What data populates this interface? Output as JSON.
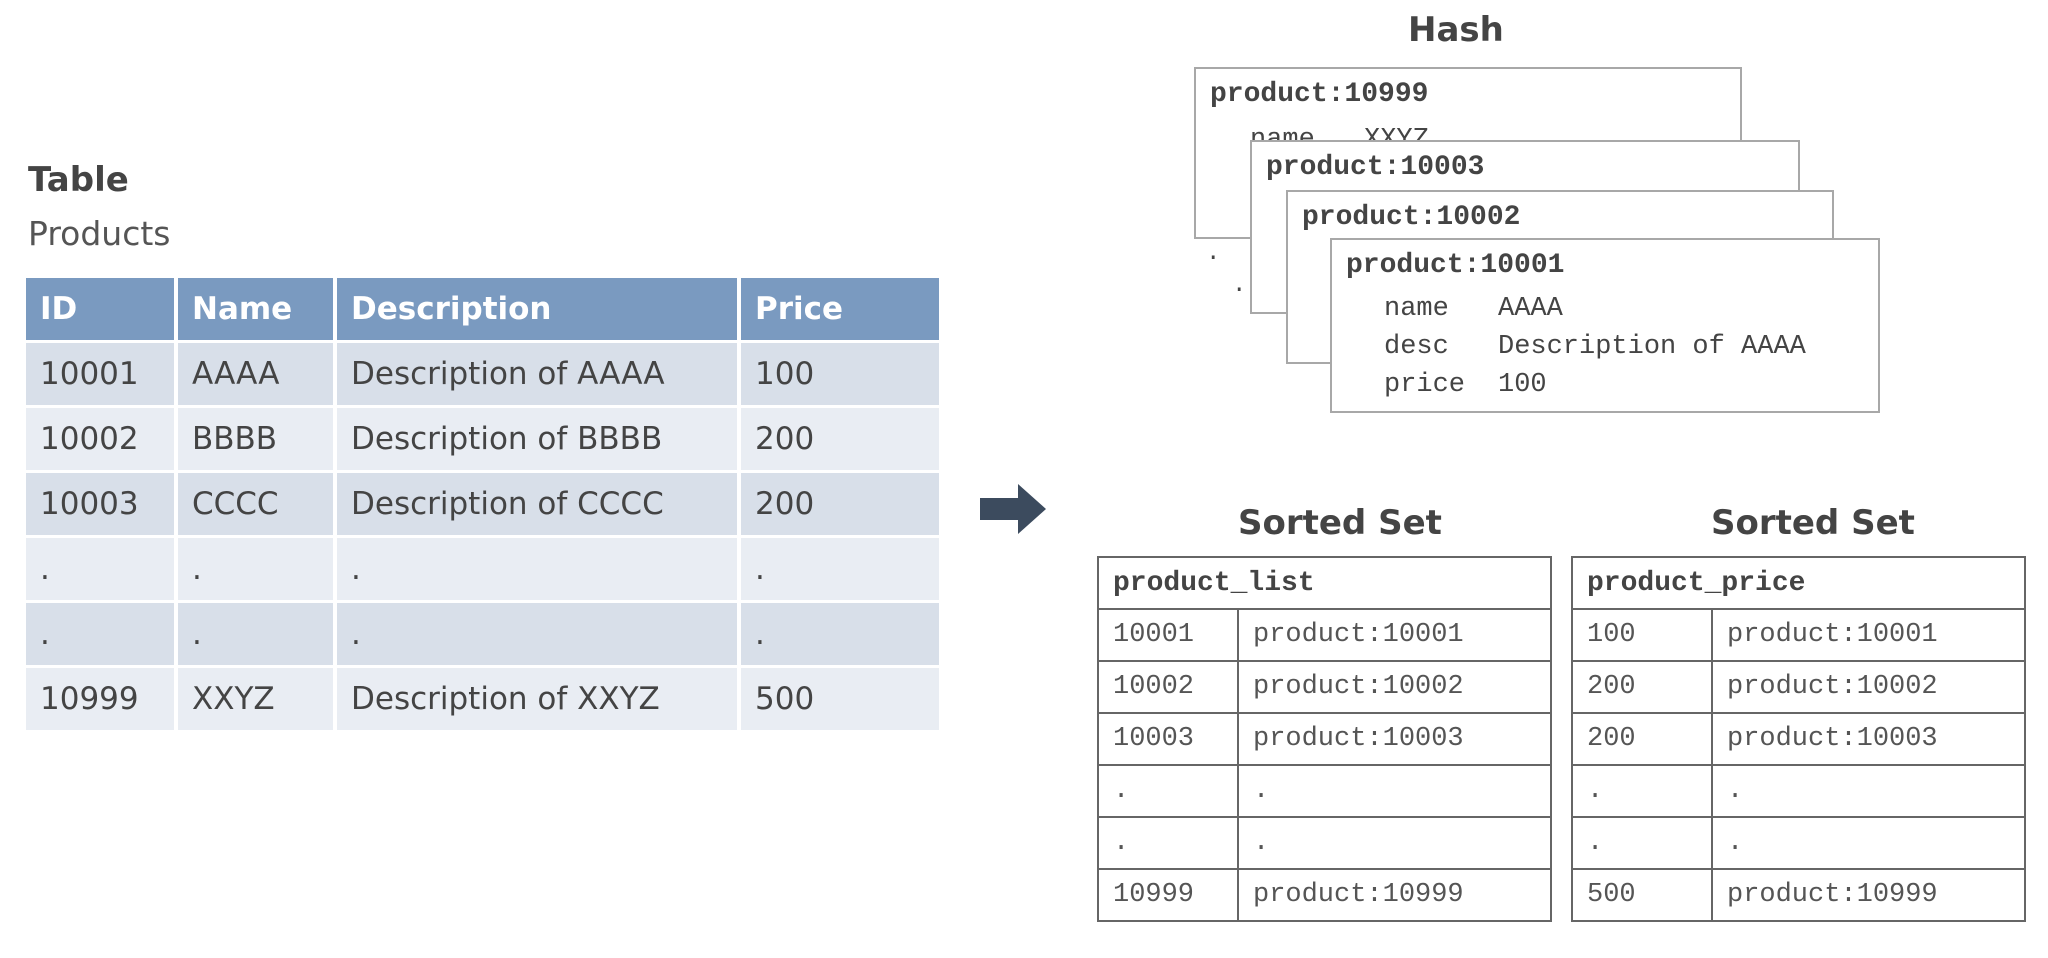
{
  "table": {
    "heading": "Table",
    "name": "Products",
    "columns": [
      "ID",
      "Name",
      "Description",
      "Price"
    ],
    "rows": [
      [
        "10001",
        "AAAA",
        "Description of AAAA",
        "100"
      ],
      [
        "10002",
        "BBBB",
        "Description of BBBB",
        "200"
      ],
      [
        "10003",
        "CCCC",
        "Description of CCCC",
        "200"
      ],
      [
        ".",
        ".",
        ".",
        "."
      ],
      [
        ".",
        ".",
        ".",
        "."
      ],
      [
        "10999",
        "XXYZ",
        "Description of XXYZ",
        "500"
      ]
    ],
    "header_color": "#7a9ac0"
  },
  "arrow_icon": "right-arrow-icon",
  "hash": {
    "heading": "Hash",
    "cards": [
      {
        "key": "product:10999",
        "fields": [
          [
            "name",
            "XXYZ"
          ]
        ]
      },
      {
        "key": "product:10003",
        "fields": []
      },
      {
        "key": "product:10002",
        "fields": []
      },
      {
        "key": "product:10001",
        "fields": [
          [
            "name",
            "AAAA"
          ],
          [
            "desc",
            "Description of AAAA"
          ],
          [
            "price",
            "100"
          ]
        ]
      }
    ],
    "ellipsis": "."
  },
  "sorted_sets": [
    {
      "heading": "Sorted Set",
      "key": "product_list",
      "rows": [
        [
          "10001",
          "product:10001"
        ],
        [
          "10002",
          "product:10002"
        ],
        [
          "10003",
          "product:10003"
        ],
        [
          ".",
          "."
        ],
        [
          ".",
          "."
        ],
        [
          "10999",
          "product:10999"
        ]
      ]
    },
    {
      "heading": "Sorted Set",
      "key": "product_price",
      "rows": [
        [
          "100",
          "product:10001"
        ],
        [
          "200",
          "product:10002"
        ],
        [
          "200",
          "product:10003"
        ],
        [
          ".",
          "."
        ],
        [
          ".",
          "."
        ],
        [
          "500",
          "product:10999"
        ]
      ]
    }
  ]
}
